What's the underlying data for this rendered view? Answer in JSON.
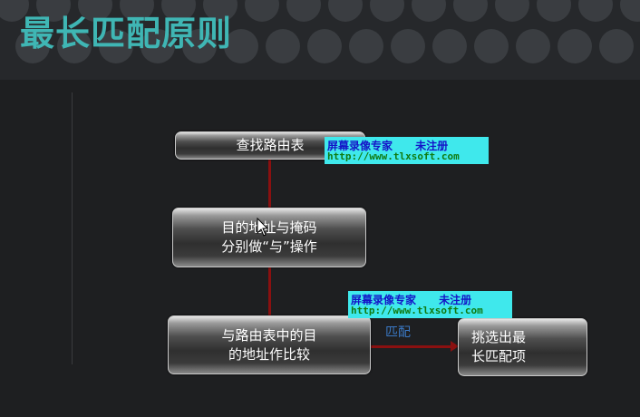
{
  "slide": {
    "title": "最长匹配原则"
  },
  "diagram": {
    "nodes": {
      "lookup": {
        "label": "查找路由表"
      },
      "and_op": {
        "line1": "目的地址与掩码",
        "line2": "分别做“与”操作"
      },
      "compare": {
        "line1": "与路由表中的目",
        "line2": "的地址作比较"
      },
      "select": {
        "line1": "挑选出最",
        "line2": "长匹配项"
      }
    },
    "edges": {
      "match_label": "匹配"
    }
  },
  "watermarks": [
    {
      "line1": "屏幕录像专家      未注册",
      "line2": "http://www.tlxsoft.com"
    },
    {
      "line1": "屏幕录像专家      未注册",
      "line2": "http://www.tlxsoft.com"
    }
  ],
  "colors": {
    "title": "#3fb6b4",
    "connector": "#8a1010",
    "edge_label": "#3a78c4",
    "watermark_bg": "#3fe8ec"
  }
}
